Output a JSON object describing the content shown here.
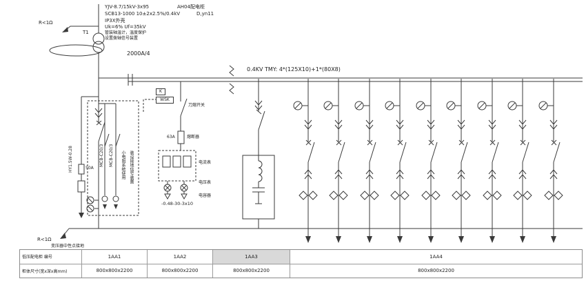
{
  "meta": {
    "title": "低压配电系统单线图"
  },
  "incoming": {
    "ground_top": "R<1Ω",
    "transformer_tag": "T1",
    "cable_spec": "YJV-8.7/15kV-3x95",
    "cabinet_ref": "AH04配电柜",
    "transformer_spec": "SCB13-1000 10±2x2.5%/0.4kV",
    "vector_group": "D,yn11",
    "enclosure": "IP3X外壳",
    "impedance": "Uk=6%  Uf=35kV",
    "note1": "管装轴温计，温度保护",
    "note2": "设置拨轴信号装置",
    "rating": "2000A/4"
  },
  "busbar": {
    "label": "0.4KV TMY: 4*(125X10)+1*(80X8)"
  },
  "aux": {
    "surge_model": "HY1.5W-0.28",
    "fuse_rating": "50A",
    "mcb_a": "MCB-C20/3",
    "mcb_b": "MCB-C20/3",
    "vnote_a": "小电阻系统使用",
    "vnote_b": "装设接地信号装置",
    "k_label": "K",
    "wsk_label": "WSK",
    "switch_label": "刀熔开关",
    "fuse63": "63A",
    "fuse_name": "熔断器",
    "ammeter_label": "电流表",
    "voltmeter_label": "电压表",
    "capacitor_label": "电容器",
    "cap_bank_spec": "-0.48-30-3x10"
  },
  "grounding": {
    "bottom_label": "R<1Ω",
    "bottom_note": "变压器中性点接地"
  },
  "table": {
    "row1_header": "低压配电柜 编号",
    "row2_header": "柜体尺寸(宽x深x高mm)",
    "cabinets": [
      {
        "name": "1AA1",
        "size": "800x800x2200"
      },
      {
        "name": "1AA2",
        "size": "800x800x2200"
      },
      {
        "name": "1AA3",
        "size": "800x800x2200"
      },
      {
        "name": "1AA4",
        "size": "800x800x2200"
      }
    ]
  }
}
